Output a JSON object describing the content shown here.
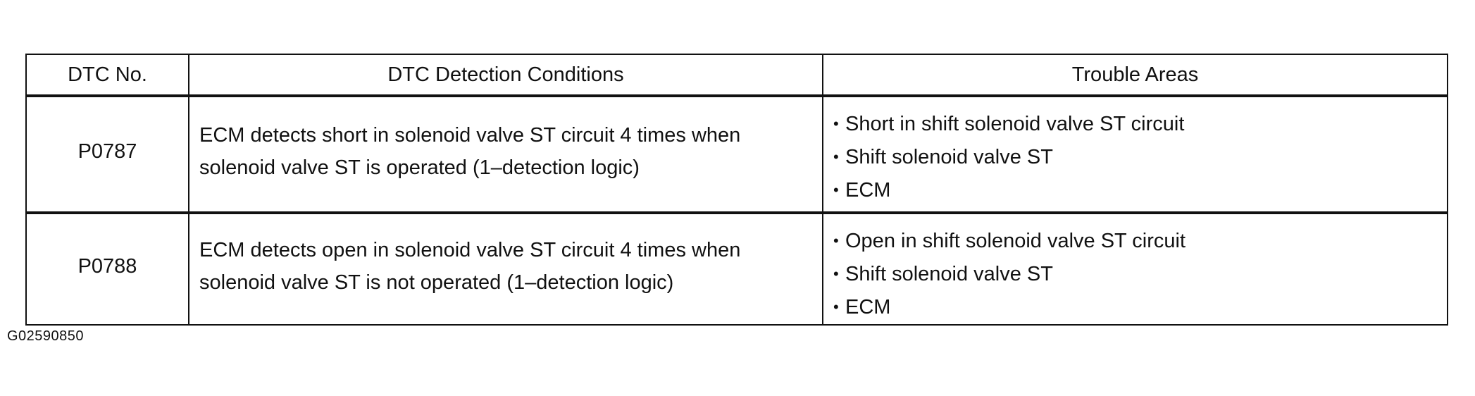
{
  "table": {
    "headers": [
      "DTC No.",
      "DTC Detection Conditions",
      "Trouble Areas"
    ],
    "rows": [
      {
        "code": "P0787",
        "conditions": [
          "ECM detects short in solenoid valve ST circuit 4 times when",
          "solenoid valve ST is operated (1–detection logic)"
        ],
        "trouble_areas": [
          "Short in shift solenoid valve ST circuit",
          "Shift solenoid valve ST",
          "ECM"
        ]
      },
      {
        "code": "P0788",
        "conditions": [
          "ECM detects open in solenoid valve ST circuit 4 times when",
          "solenoid valve ST is not operated (1–detection logic)"
        ],
        "trouble_areas": [
          "Open in shift solenoid valve ST circuit",
          "Shift solenoid valve ST",
          "ECM"
        ]
      }
    ]
  },
  "bullet_glyph": "•",
  "figure_code": "G02590850"
}
